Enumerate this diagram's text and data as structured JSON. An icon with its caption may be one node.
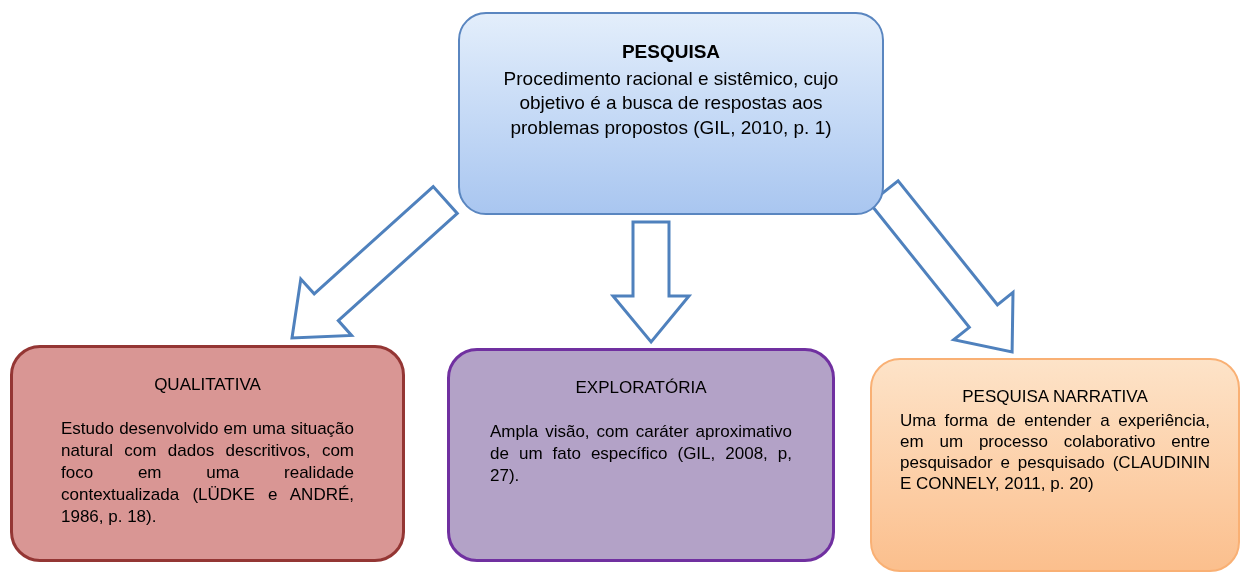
{
  "diagram": {
    "nodes": [
      {
        "text": [
          "PESQUISA",
          "Procedimento racional e sistêmico, cujo objetivo é a busca de respostas aos problemas propostos (GIL, 2010, p. 1)"
        ]
      },
      {
        "text": [
          "QUALITATIVA",
          "Estudo desenvolvido em uma situação natural com dados descritivos, com foco em uma realidade contextualizada (LÜDKE e ANDRÉ, 1986, p. 18)."
        ]
      },
      {
        "text": [
          "EXPLORATÓRIA",
          "Ampla visão, com caráter aproximativo de um fato específico (GIL, 2008, p, 27)."
        ]
      },
      {
        "text": [
          "PESQUISA NARRATIVA",
          "Uma forma de entender a experiência, em um processo colaborativo entre pesquisador e pesquisado (CLAUDININ E CONNELY, 2011, p. 20)"
        ]
      }
    ],
    "edges": [
      {
        "from": 0,
        "to": 1,
        "arrow": "to"
      },
      {
        "from": 0,
        "to": 2,
        "arrow": "to"
      },
      {
        "from": 0,
        "to": 3,
        "arrow": "to"
      }
    ]
  }
}
